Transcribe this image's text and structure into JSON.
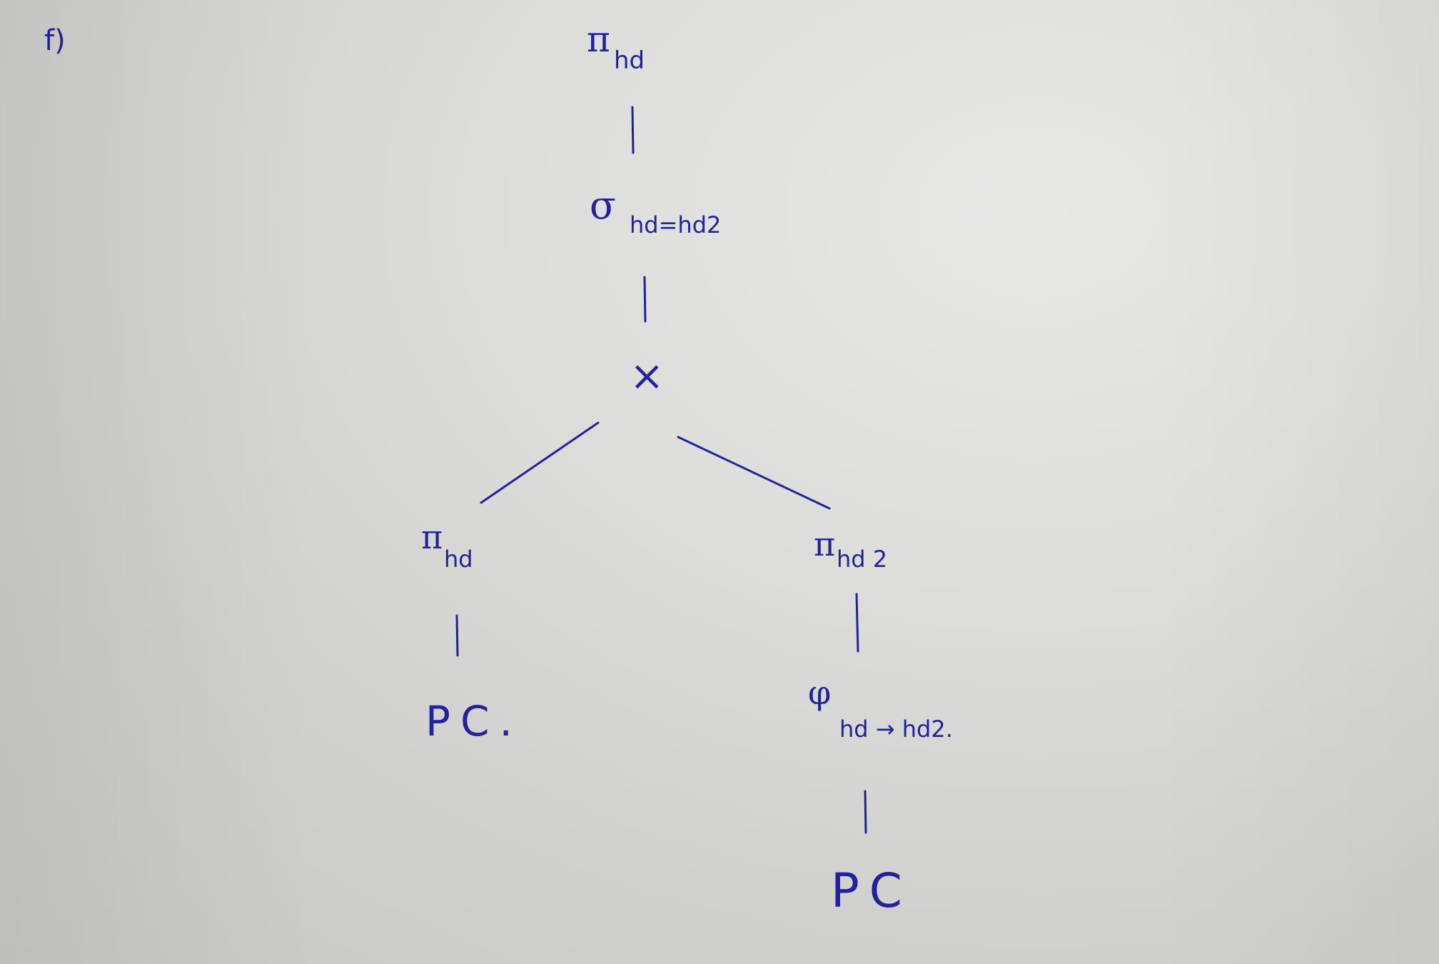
{
  "part_label": "f)",
  "ink_color": "#22239a",
  "nodes": {
    "top_projection": {
      "symbol": "π",
      "subscript": "hd"
    },
    "selection": {
      "symbol": "σ",
      "subscript": "hd=hd2"
    },
    "product": {
      "symbol": "×"
    },
    "left_projection": {
      "symbol": "π",
      "subscript": "hd"
    },
    "right_projection": {
      "symbol": "π",
      "subscript": "hd 2"
    },
    "rename": {
      "symbol": "φ",
      "subscript": "hd → hd2."
    },
    "left_relation": {
      "name": "PC."
    },
    "right_relation": {
      "name": "PC"
    }
  }
}
